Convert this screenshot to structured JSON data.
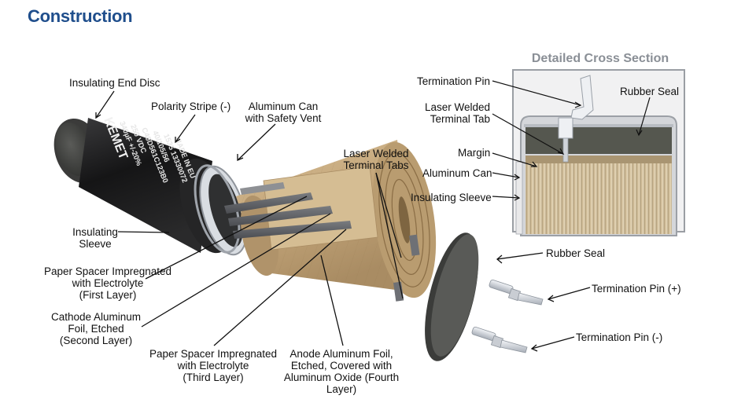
{
  "title": "Construction",
  "cross_section": {
    "title": "Detailed Cross Section",
    "labels": {
      "termination_pin": "Termination Pin",
      "rubber_seal": "Rubber Seal",
      "laser_welded_tab": [
        "Laser Welded",
        "Terminal Tab"
      ],
      "margin": "Margin",
      "aluminum_can": "Aluminum Can",
      "insulating_sleeve": "Insulating Sleeve"
    }
  },
  "can_print": {
    "brand": "KEMET",
    "lines": [
      "340µF +/-20%",
      "250 VDC",
      "C40D561C123B0",
      "40/105/56",
      "1535 13330072",
      "MADE IN EU"
    ]
  },
  "labels": {
    "insulating_end_disc": "Insulating End Disc",
    "polarity_stripe": "Polarity Stripe (-)",
    "aluminum_can_vent": [
      "Aluminum Can",
      "with Safety Vent"
    ],
    "laser_welded_tabs": [
      "Laser Welded",
      "Terminal Tabs"
    ],
    "insulating_sleeve": [
      "Insulating",
      "Sleeve"
    ],
    "paper_spacer_first": [
      "Paper Spacer Impregnated",
      "with Electrolyte",
      "(First Layer)"
    ],
    "cathode_foil": [
      "Cathode Aluminum",
      "Foil, Etched",
      "(Second Layer)"
    ],
    "paper_spacer_third": [
      "Paper Spacer Impregnated",
      "with Electrolyte",
      "(Third Layer)"
    ],
    "anode_foil": [
      "Anode Aluminum Foil,",
      "Etched, Covered with",
      "Aluminum Oxide (Fourth",
      "Layer)"
    ],
    "rubber_seal": "Rubber Seal",
    "termination_pin_pos": "Termination Pin (+)",
    "termination_pin_neg": "Termination Pin (-)"
  },
  "colors": {
    "title": "#1f4e8c",
    "paper": "#c9ae84",
    "can_body": "#1e1e1f",
    "rubber": "#4e4f4c"
  }
}
